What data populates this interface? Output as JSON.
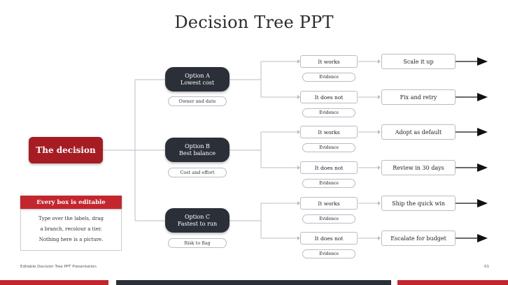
{
  "title": "Decision Tree PPT",
  "root": {
    "label": "The decision"
  },
  "options": [
    {
      "name": "Option A",
      "sub": "Lowest cost",
      "meta": "Owner and date",
      "outcomes": [
        {
          "label": "It works",
          "evidence": "Evidence",
          "action": "Scale it up"
        },
        {
          "label": "It does not",
          "evidence": "Evidence",
          "action": "Fix and retry"
        }
      ]
    },
    {
      "name": "Option B",
      "sub": "Best balance",
      "meta": "Cost and effort",
      "outcomes": [
        {
          "label": "It works",
          "evidence": "Evidence",
          "action": "Adopt as default"
        },
        {
          "label": "It does not",
          "evidence": "Evidence",
          "action": "Review in 30 days"
        }
      ]
    },
    {
      "name": "Option C",
      "sub": "Fastest to run",
      "meta": "Risk to flag",
      "outcomes": [
        {
          "label": "It works",
          "evidence": "Evidence",
          "action": "Ship the quick win"
        },
        {
          "label": "It does not",
          "evidence": "Evidence",
          "action": "Escalate for budget"
        }
      ]
    }
  ],
  "note": {
    "heading": "Every box is editable",
    "lines": [
      "Type over the labels, drag",
      "a branch, recolour a tier.",
      "Nothing here is a picture."
    ]
  },
  "footer": {
    "left": "Editable Decision Tree PPT Presentation",
    "page": "01"
  },
  "colors": {
    "accent_red": "#c4262d",
    "root_red": "#a61c22",
    "dark": "#2b2f38",
    "connector": "#b8bcc4"
  }
}
